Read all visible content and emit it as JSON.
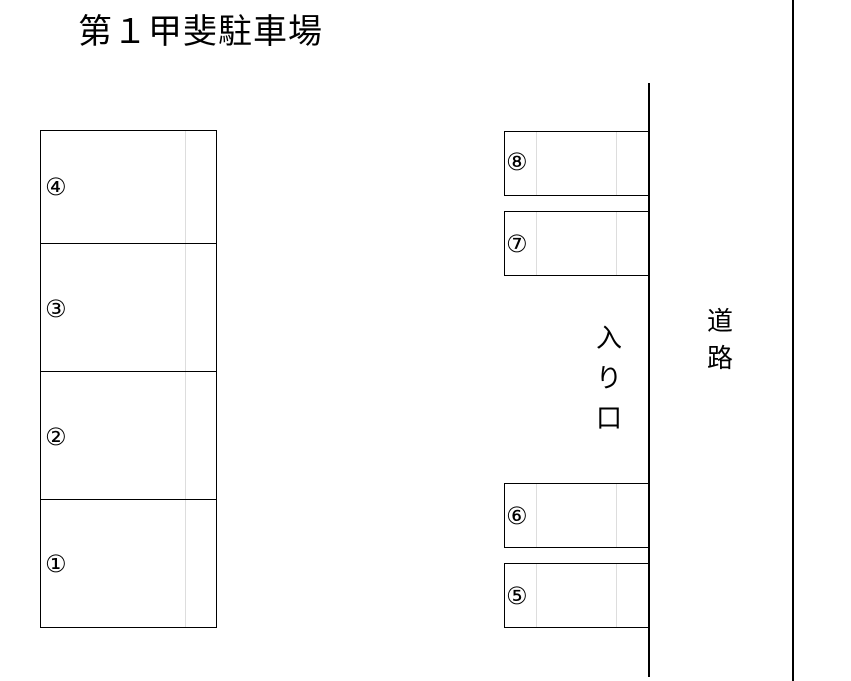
{
  "title": "第１甲斐駐車場",
  "left_spaces": [
    {
      "label": "④"
    },
    {
      "label": "③"
    },
    {
      "label": "②"
    },
    {
      "label": "①"
    }
  ],
  "right_spaces": [
    {
      "label": "⑧"
    },
    {
      "label": "⑦"
    },
    {
      "label": "⑥"
    },
    {
      "label": "⑤"
    }
  ],
  "entrance": {
    "chars": [
      "入",
      "り",
      "口"
    ]
  },
  "road": {
    "chars": [
      "道",
      "路"
    ]
  }
}
